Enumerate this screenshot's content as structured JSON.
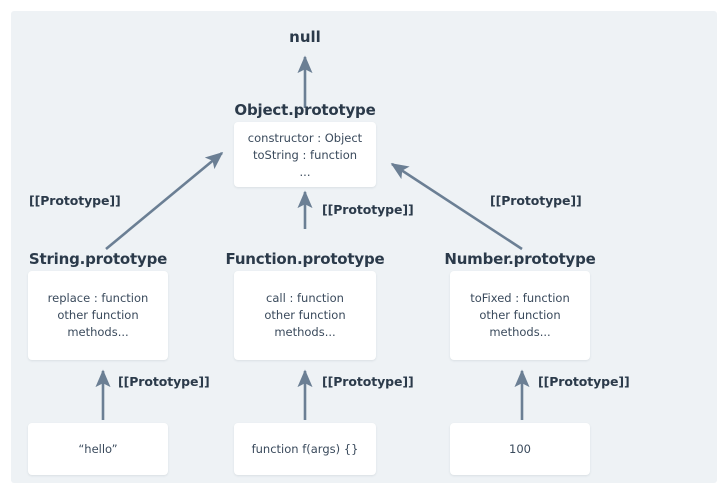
{
  "diagram": {
    "background_color": "#eef2f5",
    "page_color": "#ffffff",
    "arrow_color": "#6b7f94",
    "text_color": "#2b3a4a",
    "body_text_color": "#3a4a5c",
    "root": {
      "label": "null"
    },
    "object_node": {
      "title": "Object.prototype",
      "lines": [
        "constructor : Object",
        "toString : function",
        "..."
      ]
    },
    "columns": [
      {
        "id": "string",
        "title": "String.prototype",
        "lines": [
          "replace : function",
          "other function",
          "methods..."
        ],
        "instance": "“hello”",
        "link_label": "[[Prototype]]",
        "upper_link_label": "[[Prototype]]"
      },
      {
        "id": "function",
        "title": "Function.prototype",
        "lines": [
          "call : function",
          "other function",
          "methods..."
        ],
        "instance": "function f(args) {}",
        "link_label": "[[Prototype]]",
        "upper_link_label": "[[Prototype]]"
      },
      {
        "id": "number",
        "title": "Number.prototype",
        "lines": [
          "toFixed : function",
          "other function",
          "methods..."
        ],
        "instance": "100",
        "link_label": "[[Prototype]]",
        "upper_link_label": "[[Prototype]]"
      }
    ]
  }
}
